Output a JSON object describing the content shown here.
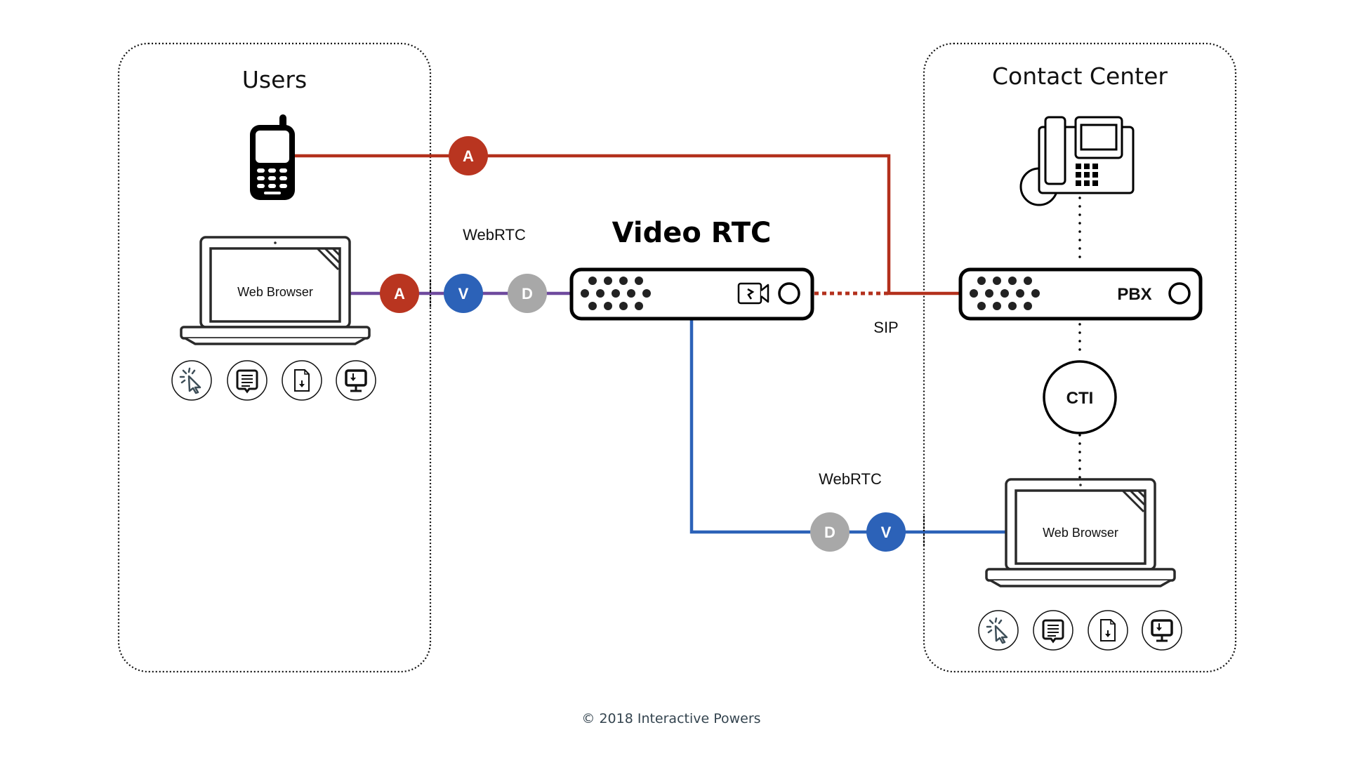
{
  "groups": {
    "users": {
      "title": "Users"
    },
    "contact_center": {
      "title": "Contact Center"
    }
  },
  "server": {
    "title": "Video RTC"
  },
  "pbx": {
    "label": "PBX"
  },
  "cti": {
    "label": "CTI"
  },
  "users_laptop": {
    "screen_label": "Web Browser"
  },
  "agent_laptop": {
    "screen_label": "Web Browser"
  },
  "connections": {
    "users_webrtc": {
      "label": "WebRTC",
      "color_line": "#6f4a9e"
    },
    "agent_webrtc": {
      "label": "WebRTC",
      "color_line": "#2c62b8"
    },
    "sip": {
      "label": "SIP",
      "color_line": "#b3301c"
    }
  },
  "badges": {
    "mobile_audio": {
      "letter": "A",
      "meaning": "Audio",
      "color": "#b93520"
    },
    "users_audio": {
      "letter": "A",
      "meaning": "Audio",
      "color": "#b93520"
    },
    "users_video": {
      "letter": "V",
      "meaning": "Video",
      "color": "#2c62b8"
    },
    "users_data": {
      "letter": "D",
      "meaning": "Data",
      "color": "#a8a8a8"
    },
    "agent_data": {
      "letter": "D",
      "meaning": "Data",
      "color": "#a8a8a8"
    },
    "agent_video": {
      "letter": "V",
      "meaning": "Video",
      "color": "#2c62b8"
    }
  },
  "feature_icons": [
    "click-icon",
    "chat-icon",
    "file-download-icon",
    "screen-share-icon"
  ],
  "footer": {
    "copyright": "© 2018 Interactive Powers"
  }
}
